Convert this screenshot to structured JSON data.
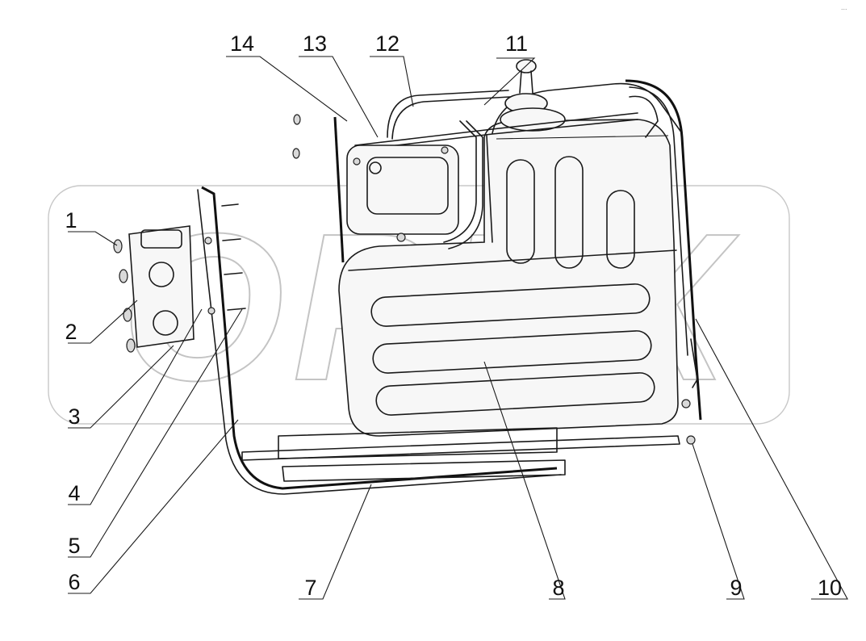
{
  "diagram": {
    "type": "exploded-parts-view",
    "watermark": "OPEX",
    "corner_mark": "..."
  },
  "callouts": [
    {
      "id": "1",
      "label": "1"
    },
    {
      "id": "2",
      "label": "2"
    },
    {
      "id": "3",
      "label": "3"
    },
    {
      "id": "4",
      "label": "4"
    },
    {
      "id": "5",
      "label": "5"
    },
    {
      "id": "6",
      "label": "6"
    },
    {
      "id": "7",
      "label": "7"
    },
    {
      "id": "8",
      "label": "8"
    },
    {
      "id": "9",
      "label": "9"
    },
    {
      "id": "10",
      "label": "10"
    },
    {
      "id": "11",
      "label": "11"
    },
    {
      "id": "12",
      "label": "12"
    },
    {
      "id": "13",
      "label": "13"
    },
    {
      "id": "14",
      "label": "14"
    }
  ]
}
